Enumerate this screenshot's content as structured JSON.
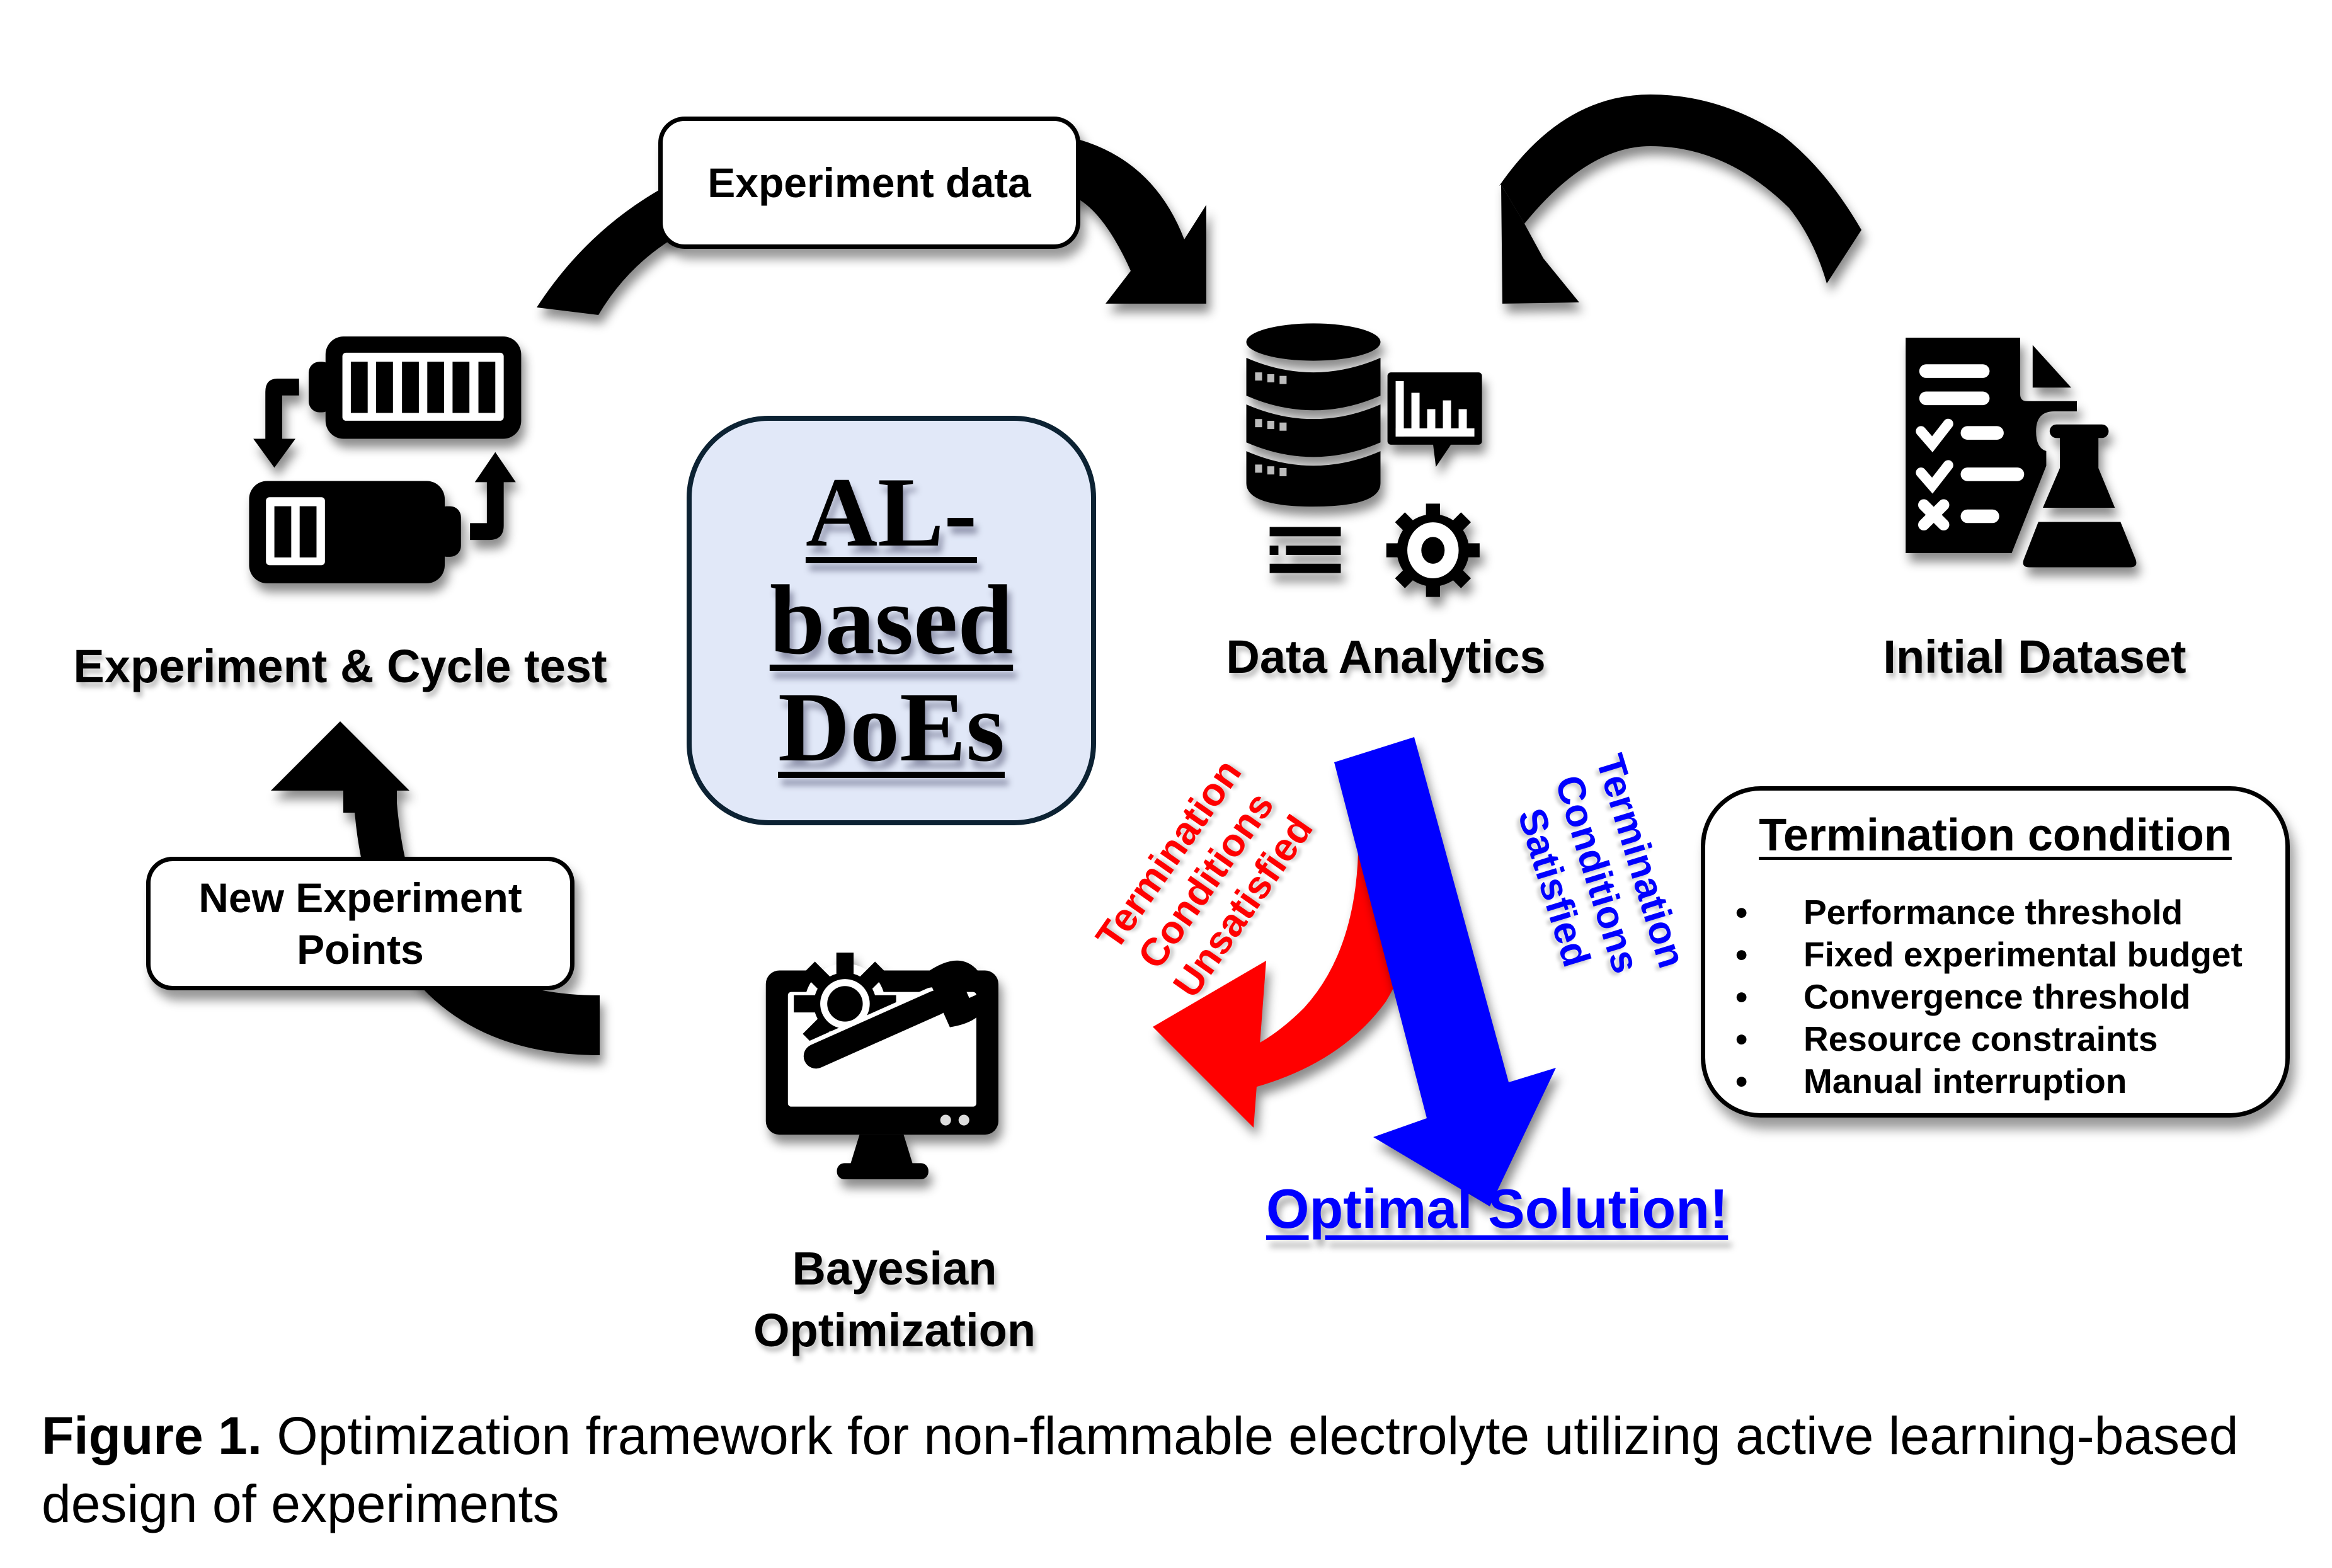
{
  "diagram": {
    "title": "AL-based DoEs workflow",
    "center_block": {
      "lines": [
        "AL-",
        "based",
        "DoEs"
      ],
      "fill_color": "#e1e8f8",
      "border_color": "#0c2233"
    },
    "nodes": {
      "experiment": {
        "label": "Experiment & Cycle test",
        "icon": "battery-cycle-icon"
      },
      "data_analytics": {
        "label": "Data Analytics",
        "icon": "database-analytics-icon"
      },
      "initial_dataset": {
        "label": "Initial Dataset",
        "icon": "checklist-flask-icon"
      },
      "bayesian": {
        "label_line1": "Bayesian",
        "label_line2": "Optimization",
        "icon": "monitor-wrench-gear-icon"
      }
    },
    "edge_labels": {
      "experiment_data": "Experiment data",
      "new_points_line1": "New Experiment",
      "new_points_line2": "Points"
    },
    "branches": {
      "unsatisfied": {
        "lines": [
          "Termination",
          "Conditions",
          "Unsatisfied"
        ],
        "color": "#ff0000"
      },
      "satisfied": {
        "lines": [
          "Termination",
          "Conditions",
          "Satisfied"
        ],
        "color": "#0000ff"
      },
      "outcome": "Optimal Solution!"
    },
    "termination_box": {
      "title": "Termination condition",
      "bullet": "•",
      "items": [
        "Performance threshold",
        "Fixed experimental budget",
        "Convergence threshold",
        "Resource constraints",
        "Manual interruption"
      ]
    },
    "edges": [
      {
        "from": "experiment",
        "to": "data_analytics",
        "label": "Experiment data"
      },
      {
        "from": "initial_dataset",
        "to": "data_analytics"
      },
      {
        "from": "data_analytics",
        "to": "bayesian",
        "label": "Termination Conditions Unsatisfied"
      },
      {
        "from": "data_analytics",
        "to": "optimal_solution",
        "label": "Termination Conditions Satisfied"
      },
      {
        "from": "bayesian",
        "to": "experiment",
        "label": "New Experiment Points"
      }
    ]
  },
  "caption": {
    "prefix": "Figure 1.",
    "text": " Optimization framework for non-flammable electrolyte utilizing active learning-based design of experiments"
  }
}
